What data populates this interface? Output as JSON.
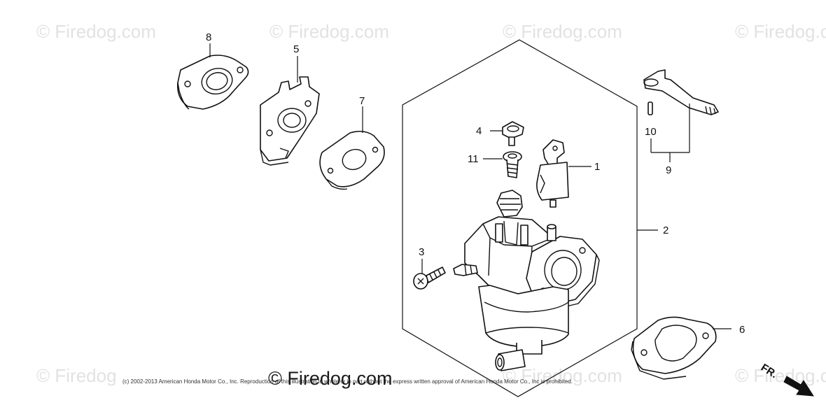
{
  "watermarks": [
    "© Firedog.com",
    "© Firedog.com",
    "© Firedog.com",
    "© Firedog.com",
    "© Firedog",
    "© Firedog.c",
    "© Firedog.com"
  ],
  "watermark_main": "© Firedog.com",
  "copyright": "(c) 2002-2013 American Honda Motor Co., Inc. Reproduction of this illustration in whole or in part without the express written approval of American Honda Motor Co., Inc is prohibited.",
  "callouts": {
    "c1": "1",
    "c2": "2",
    "c3": "3",
    "c4": "4",
    "c5": "5",
    "c6": "6",
    "c7": "7",
    "c8": "8",
    "c9": "9",
    "c10": "10",
    "c11": "11"
  },
  "direction_label": "FR."
}
